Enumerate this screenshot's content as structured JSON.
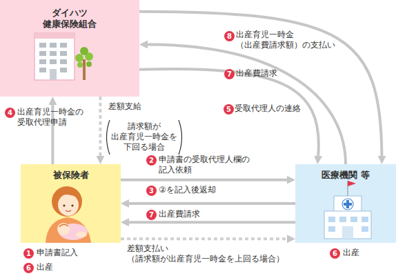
{
  "diagram": {
    "nodes": [
      {
        "text": [
          "ダイハツ 健康保険組合"
        ]
      },
      {
        "text": [
          "被保険者"
        ]
      },
      {
        "text": [
          "医療機関 等"
        ]
      }
    ],
    "edges": [
      {
        "from": 0,
        "to": 2,
        "arrow": "to",
        "label": "出産育児一時金 （出産費請求額）の支払い"
      },
      {
        "from": 2,
        "to": 0,
        "arrow": "to",
        "label": "出産費請求"
      },
      {
        "from": 0,
        "to": 2,
        "arrow": "to",
        "label": "受取代理人の連絡"
      },
      {
        "from": 1,
        "to": 0,
        "arrow": "to",
        "label": "出産育児一時金の 受取代理申請"
      },
      {
        "from": 0,
        "to": 1,
        "arrow": "to",
        "label": "差額支給"
      },
      {
        "from": 1,
        "to": 2,
        "arrow": "to",
        "label": "申請書の受取代理人欄の 記入依頼"
      },
      {
        "from": 2,
        "to": 1,
        "arrow": "to",
        "label": "②を記入後返却"
      },
      {
        "from": 2,
        "to": 1,
        "arrow": "to",
        "label": "出産費請求"
      },
      {
        "from": 1,
        "to": 2,
        "arrow": "to",
        "label": "差額支払い （請求額が出産育児一時金を上回る場合）"
      }
    ],
    "labels": [
      "8",
      "7",
      "5",
      "4",
      "請求額が 出産育児一時金を 下回る場合",
      "2",
      "3",
      "7",
      "1",
      "申請書記入",
      "6",
      "出産",
      "6",
      "出産"
    ]
  }
}
